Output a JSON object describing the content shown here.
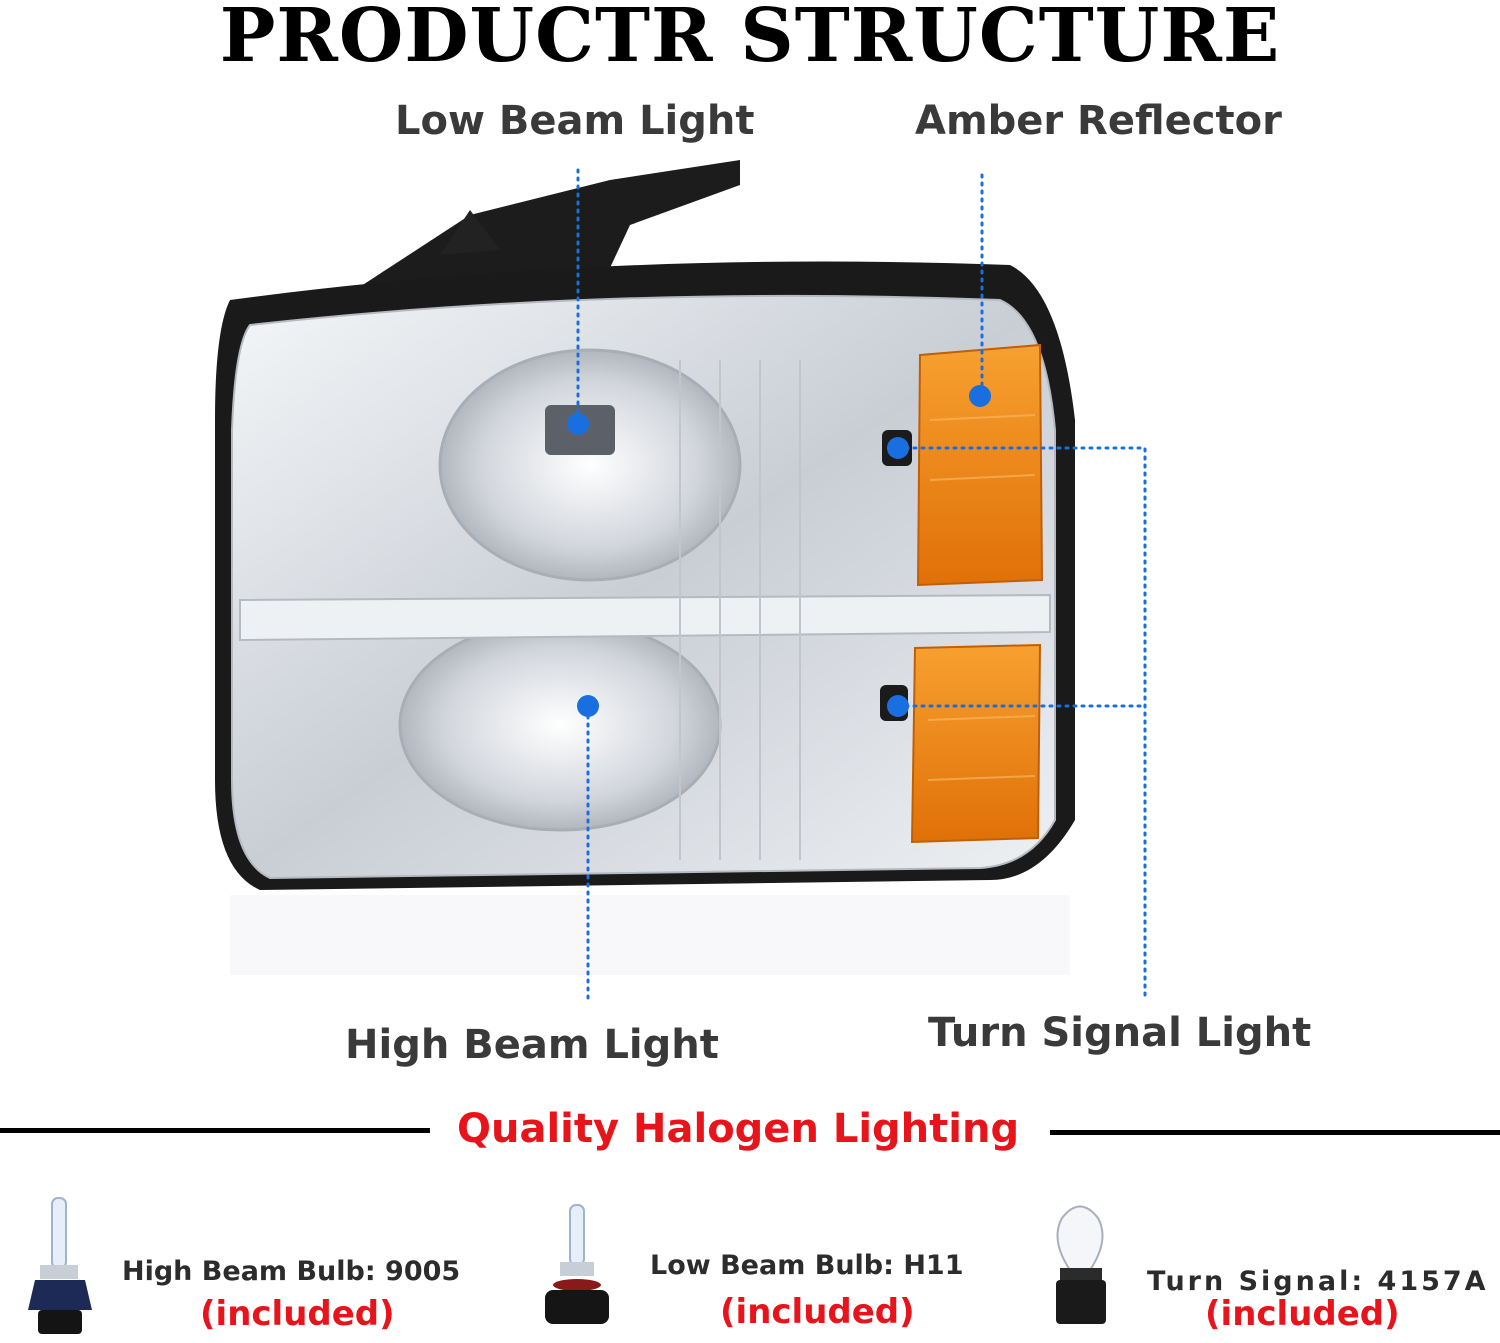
{
  "title": "PRODUCTR STRUCTURE",
  "callouts": {
    "low_beam": "Low Beam Light",
    "amber_reflector": "Amber Reflector",
    "high_beam": "High Beam Light",
    "turn_signal": "Turn Signal Light"
  },
  "section_title": "Quality Halogen Lighting",
  "bulbs": [
    {
      "label": "High Beam Bulb: 9005",
      "included": "(included)",
      "icon": "halogen-9005-bulb-icon"
    },
    {
      "label": "Low Beam Bulb: H11",
      "included": "(included)",
      "icon": "halogen-h11-bulb-icon"
    },
    {
      "label": "Turn Signal: 4157A",
      "included": "(included)",
      "icon": "wedge-4157a-bulb-icon"
    }
  ],
  "colors": {
    "callout_dot": "#1a6fe0",
    "accent_red": "#e8141c",
    "amber": "#f08a12",
    "chrome": "#d9dde2"
  }
}
